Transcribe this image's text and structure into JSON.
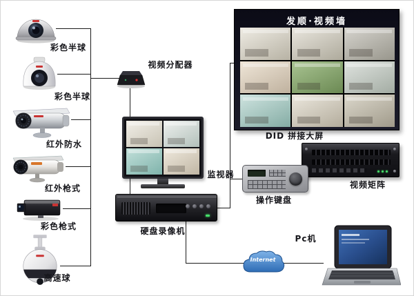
{
  "diagram": {
    "cameras": [
      {
        "id": "dome-camera-1",
        "label": "彩色半球"
      },
      {
        "id": "dome-camera-2",
        "label": "彩色半球"
      },
      {
        "id": "bullet-camera-ir-waterproof",
        "label": "红外防水"
      },
      {
        "id": "bullet-camera-ir",
        "label": "红外枪式"
      },
      {
        "id": "box-camera",
        "label": "彩色枪式"
      },
      {
        "id": "ptz-dome-camera",
        "label": "高速球"
      }
    ],
    "distributor": {
      "label": "视频分配器"
    },
    "monitor": {
      "label": "监视器"
    },
    "dvr": {
      "label": "硬盘录像机"
    },
    "video_wall": {
      "title": "发顺·视频墙",
      "label": "DID 拼接大屏"
    },
    "matrix": {
      "label": "视频矩阵"
    },
    "keyboard": {
      "label": "操作键盘"
    },
    "pc": {
      "label": "Pc机"
    },
    "internet": {
      "label": "Internet"
    }
  },
  "colors": {
    "line": "#1a1a1a",
    "wall_bg": "#0b0b16",
    "led_green": "#46e06a",
    "logo_red": "#c93333",
    "cloud_blue": "#2e6cb5"
  }
}
